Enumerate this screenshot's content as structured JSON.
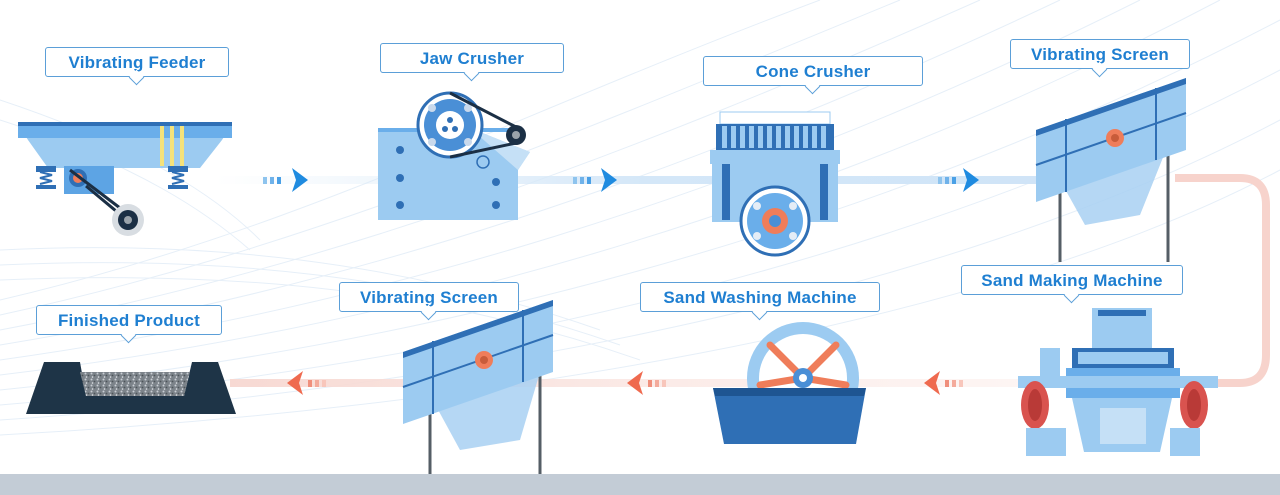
{
  "stages": {
    "vibrating_feeder": "Vibrating Feeder",
    "jaw_crusher": "Jaw Crusher",
    "cone_crusher": "Cone Crusher",
    "vibrating_screen_1": "Vibrating Screen",
    "sand_making_machine": "Sand Making Machine",
    "sand_washing_machine": "Sand Washing Machine",
    "vibrating_screen_2": "Vibrating Screen",
    "finished_product": "Finished Product"
  },
  "colors": {
    "machine_blue": "#9ccbf1",
    "machine_dark": "#2f6fb5",
    "arrow_blue": "#1f8be0",
    "arrow_red": "#ef6a4f",
    "label_text": "#1f7fd1",
    "floor": "#c3ccd6"
  }
}
